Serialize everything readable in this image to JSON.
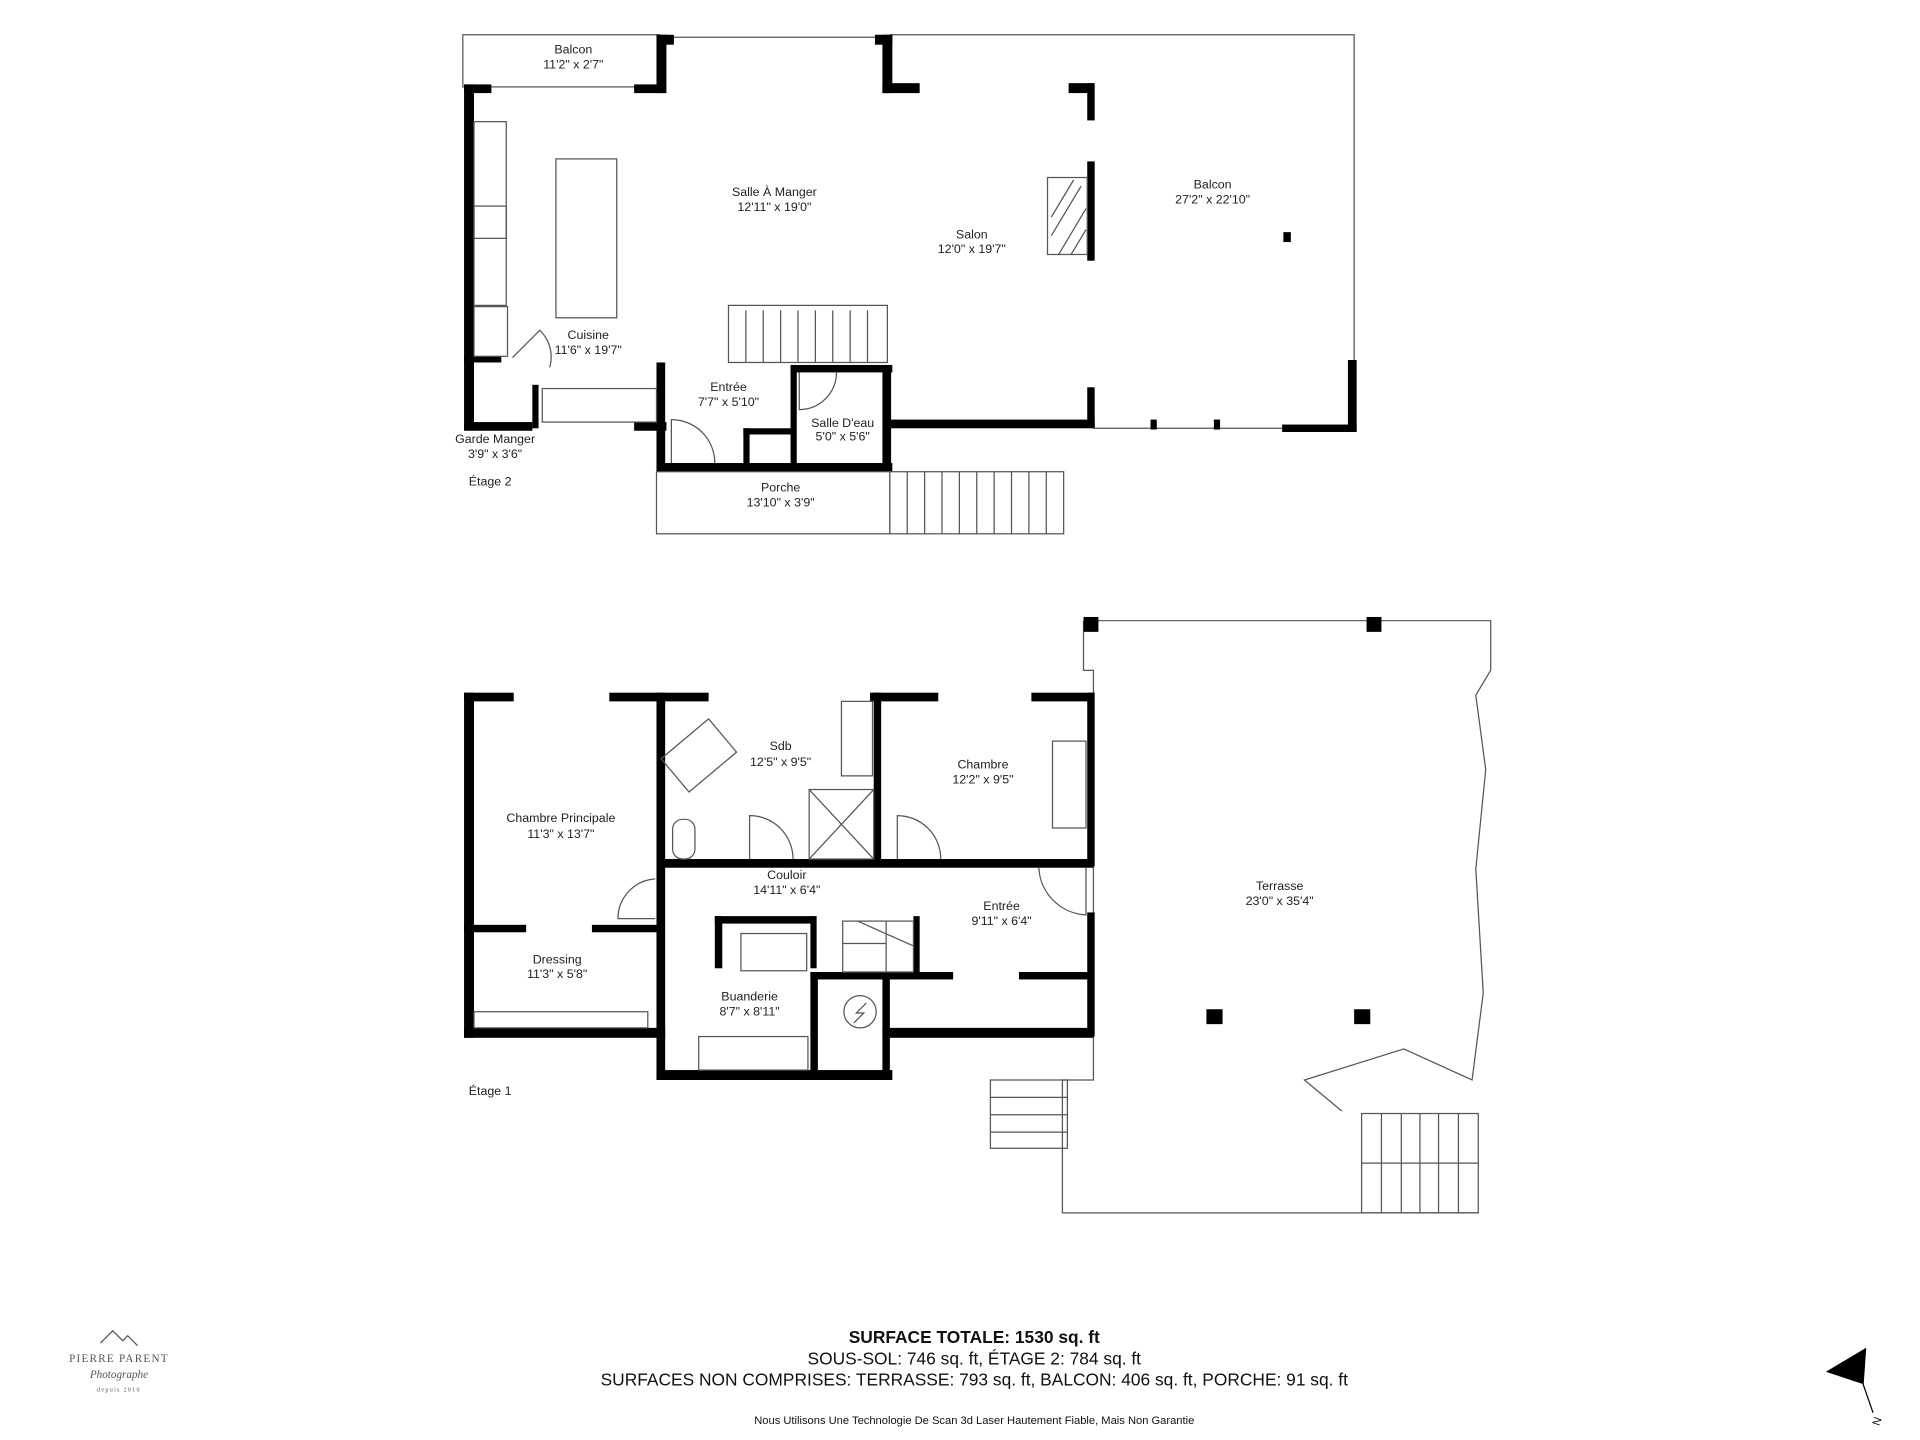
{
  "floor2": {
    "label": "Étage 2",
    "rooms": [
      {
        "name": "Balcon",
        "dims": "11'2\" x 2'7\""
      },
      {
        "name": "Salle À Manger",
        "dims": "12'11\" x 19'0\""
      },
      {
        "name": "Balcon",
        "dims": "27'2\" x 22'10\""
      },
      {
        "name": "Salon",
        "dims": "12'0\" x 19'7\""
      },
      {
        "name": "Cuisine",
        "dims": "11'6\" x 19'7\""
      },
      {
        "name": "Entrée",
        "dims": "7'7\" x 5'10\""
      },
      {
        "name": "Salle D'eau",
        "dims": "5'0\" x 5'6\""
      },
      {
        "name": "Garde Manger",
        "dims": "3'9\" x 3'6\""
      },
      {
        "name": "Porche",
        "dims": "13'10\" x 3'9\""
      }
    ]
  },
  "floor1": {
    "label": "Étage 1",
    "rooms": [
      {
        "name": "Chambre Principale",
        "dims": "11'3\" x 13'7\""
      },
      {
        "name": "Sdb",
        "dims": "12'5\" x 9'5\""
      },
      {
        "name": "Chambre",
        "dims": "12'2\" x 9'5\""
      },
      {
        "name": "Couloir",
        "dims": "14'11\" x 6'4\""
      },
      {
        "name": "Entrée",
        "dims": "9'11\" x 6'4\""
      },
      {
        "name": "Dressing",
        "dims": "11'3\" x 5'8\""
      },
      {
        "name": "Buanderie",
        "dims": "8'7\" x 8'11\""
      },
      {
        "name": "Terrasse",
        "dims": "23'0\" x 35'4\""
      }
    ]
  },
  "summary": {
    "total": "SURFACE TOTALE: 1530 sq. ft",
    "floors": "SOUS-SOL: 746 sq. ft, ÉTAGE 2: 784 sq. ft",
    "excluded": "SURFACES NON COMPRISES: TERRASSE: 793 sq. ft, BALCON: 406 sq. ft, PORCHE: 91 sq. ft",
    "disclaimer": "Nous Utilisons Une Technologie De Scan 3d Laser Hautement Fiable, Mais Non Garantie"
  },
  "logo": {
    "name": "PIERRE PARENT",
    "subtitle": "Photographe",
    "tagline": "depuis 2010"
  },
  "compass": {
    "label": "N",
    "icon": "north-arrow-icon"
  }
}
